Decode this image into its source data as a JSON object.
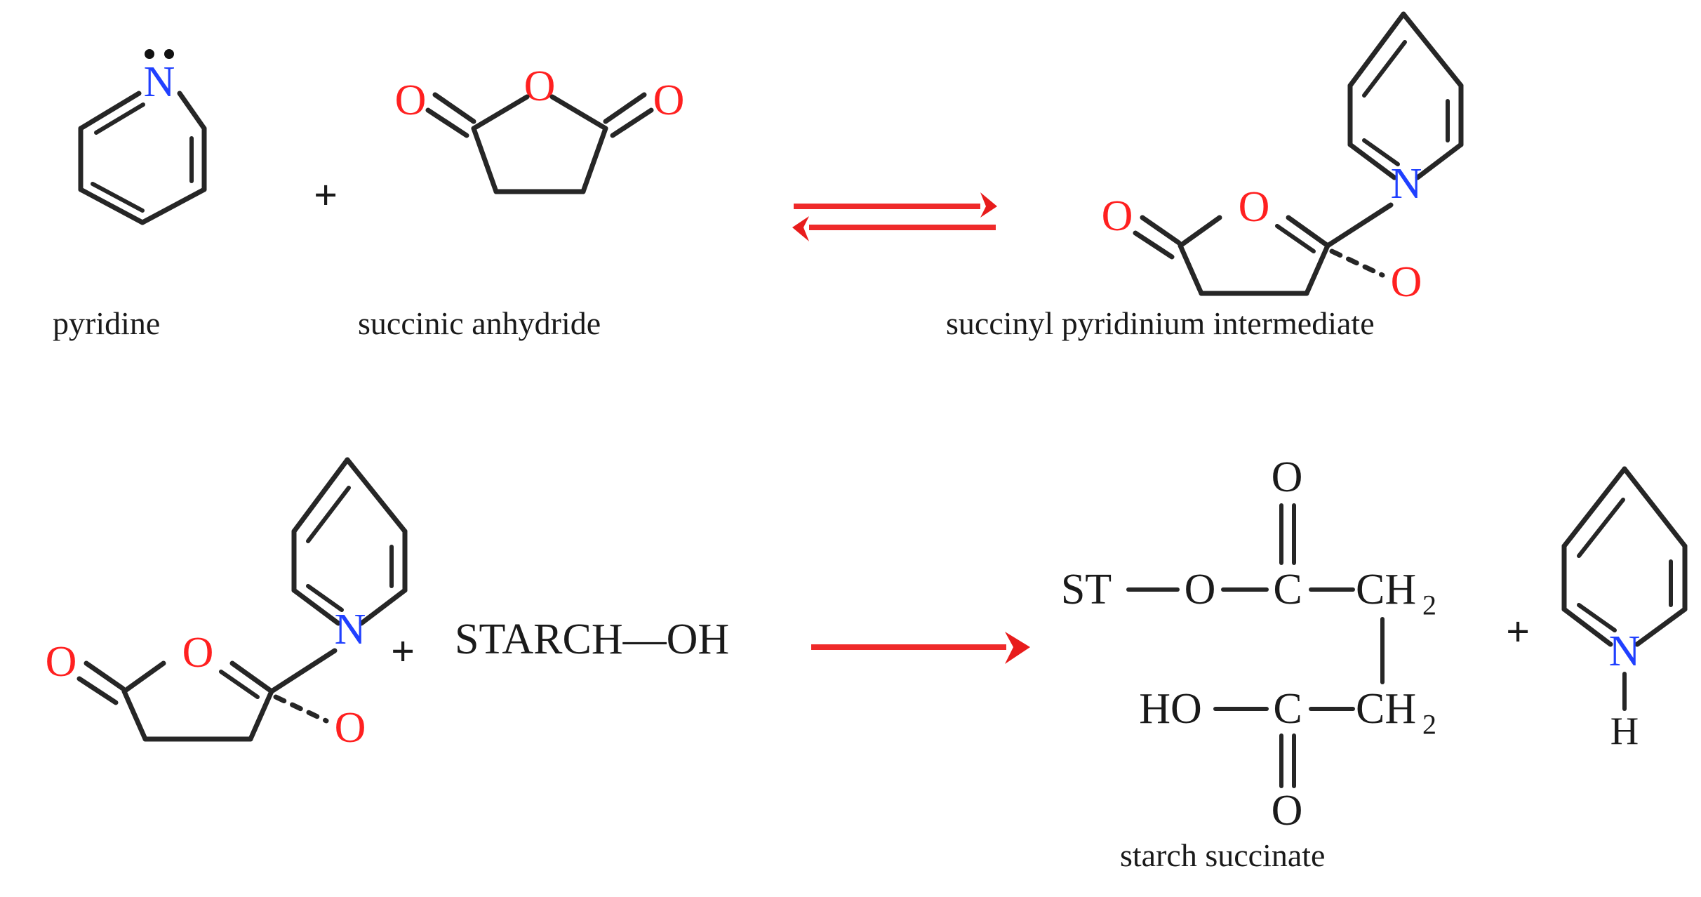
{
  "scheme": {
    "title": "Starch succinylation reaction scheme",
    "colors": {
      "oxygen": "#ff2020",
      "nitrogen": "#2040ff",
      "bond": "#262626",
      "arrow": "#ef2a2a",
      "text": "#1a1a1a",
      "background": "#ffffff"
    }
  },
  "row1": {
    "reactant1": {
      "caption": "pyridine",
      "atoms": {
        "nitrogen": "N"
      },
      "lone_pair": true
    },
    "plus1": "+",
    "reactant2": {
      "caption": "succinic anhydride",
      "atoms": {
        "carbonyl_oxygen": "O",
        "ring_oxygen": "O"
      }
    },
    "arrow": {
      "type": "equilibrium",
      "direction_top": "right",
      "direction_bottom": "left"
    },
    "product": {
      "caption": "succinyl pyridinium intermediate",
      "atoms": {
        "carbonyl_oxygen": "O",
        "ring_oxygen": "O",
        "alkoxide_oxygen": "O",
        "nitrogen": "N"
      }
    }
  },
  "row2": {
    "reactant1": {
      "caption": "",
      "atoms": {
        "carbonyl_oxygen": "O",
        "ring_oxygen": "O",
        "alkoxide_oxygen": "O",
        "nitrogen": "N"
      }
    },
    "plus1": "+",
    "reactant2": {
      "formula": "STARCH—OH"
    },
    "arrow": {
      "type": "single",
      "direction": "right"
    },
    "product": {
      "caption": "starch succinate",
      "labels": {
        "starch": "ST",
        "ester_oxygen": "O",
        "carbonyl_top": "C",
        "carbonyl_top_oxygen": "O",
        "ch2_top": "CH",
        "ch2_top_sub": "2",
        "hydroxyl": "HO",
        "carbonyl_bottom": "C",
        "carbonyl_bottom_oxygen": "O",
        "ch2_bottom": "CH",
        "ch2_bottom_sub": "2"
      }
    },
    "plus2": "+",
    "byproduct": {
      "caption": "",
      "atoms": {
        "nitrogen": "N",
        "hydrogen": "H"
      }
    }
  }
}
